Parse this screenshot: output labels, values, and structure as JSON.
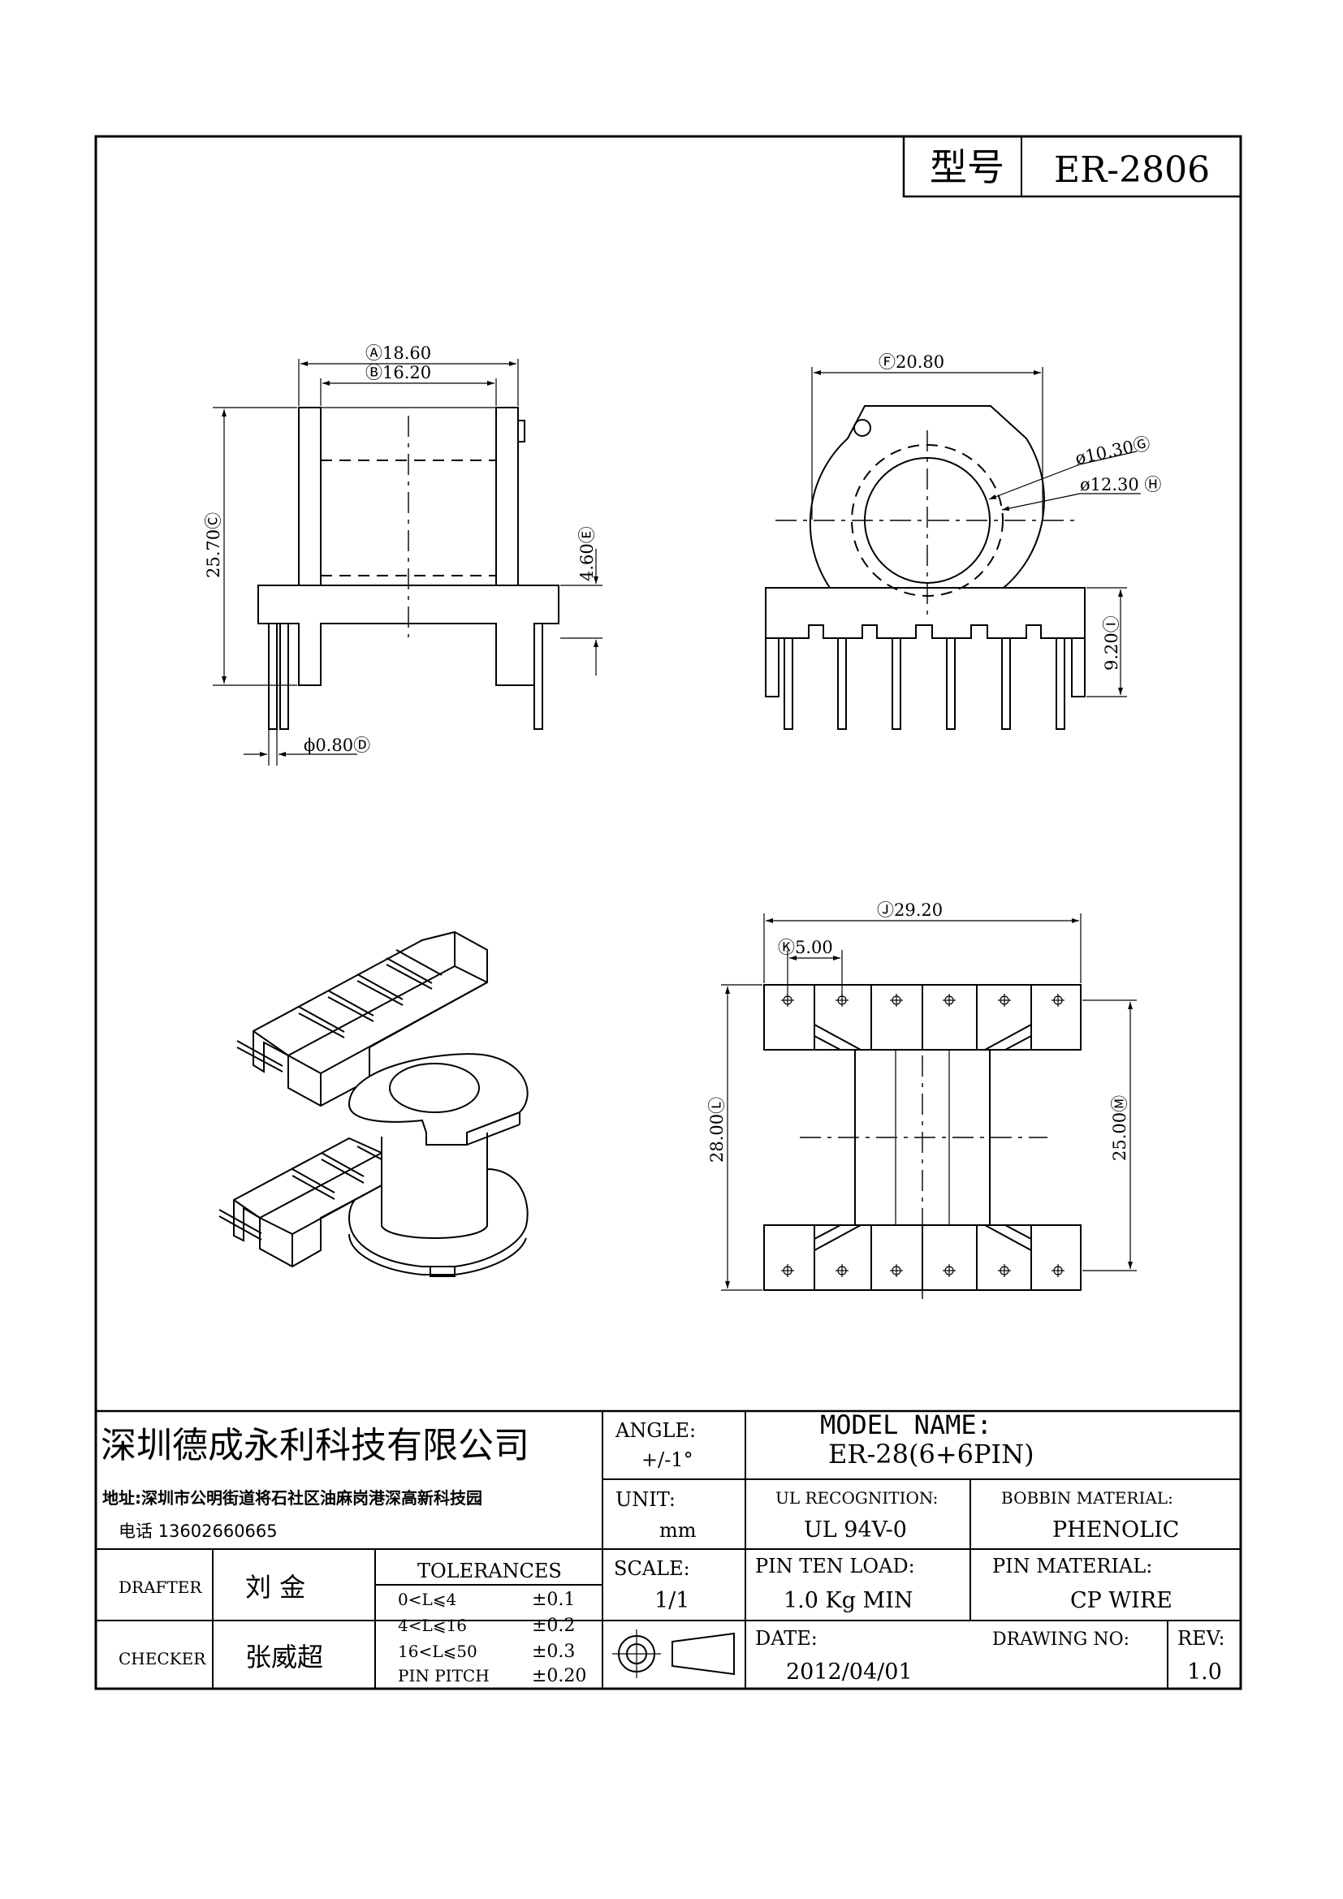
{
  "header": {
    "model_label": "型号",
    "model_value": "ER-2806"
  },
  "views": {
    "front": {
      "dim_a": "Ⓐ18.60",
      "dim_b": "Ⓑ16.20",
      "dim_c": "25.70Ⓒ",
      "dim_d": "ϕ0.80Ⓓ",
      "dim_e": "4.60Ⓔ"
    },
    "side": {
      "dim_f": "Ⓕ20.80",
      "dim_g": "ø10.30Ⓖ",
      "dim_h": "ø12.30 Ⓗ",
      "dim_i": "9.20Ⓘ"
    },
    "bottom": {
      "dim_j": "Ⓙ29.20",
      "dim_k": "Ⓚ5.00",
      "dim_l": "28.00Ⓛ",
      "dim_m": "25.00Ⓜ"
    }
  },
  "title_block": {
    "company": "深圳德成永利科技有限公司",
    "address": "地址:深圳市公明街道将石社区油麻岗港深高新科技园",
    "phone": "电话 13602660665",
    "angle_label": "ANGLE:",
    "angle_value": "+/-1°",
    "model_name_label": "MODEL NAME:",
    "model_name_value": "ER-28(6+6PIN)",
    "unit_label": "UNIT:",
    "unit_value": "mm",
    "ul_label": "UL RECOGNITION:",
    "ul_value": "UL 94V-0",
    "bobbin_label": "BOBBIN MATERIAL:",
    "bobbin_value": "PHENOLIC",
    "drafter_label": "DRAFTER",
    "drafter_value": "刘  金",
    "checker_label": "CHECKER",
    "checker_value": "张威超",
    "tolerances_label": "TOLERANCES",
    "tolerances": [
      {
        "range": "0<L⩽4",
        "value": "±0.1"
      },
      {
        "range": "4<L⩽16",
        "value": "±0.2"
      },
      {
        "range": "16<L⩽50",
        "value": "±0.3"
      },
      {
        "range": "PIN PITCH",
        "value": "±0.20"
      }
    ],
    "scale_label": "SCALE:",
    "scale_value": "1/1",
    "pin_load_label": "PIN TEN LOAD:",
    "pin_load_value": "1.0 Kg MIN",
    "pin_material_label": "PIN MATERIAL:",
    "pin_material_value": "CP WIRE",
    "date_label": "DATE:",
    "date_value": "2012/04/01",
    "drawing_no_label": "DRAWING NO:",
    "rev_label": "REV:",
    "rev_value": "1.0"
  }
}
